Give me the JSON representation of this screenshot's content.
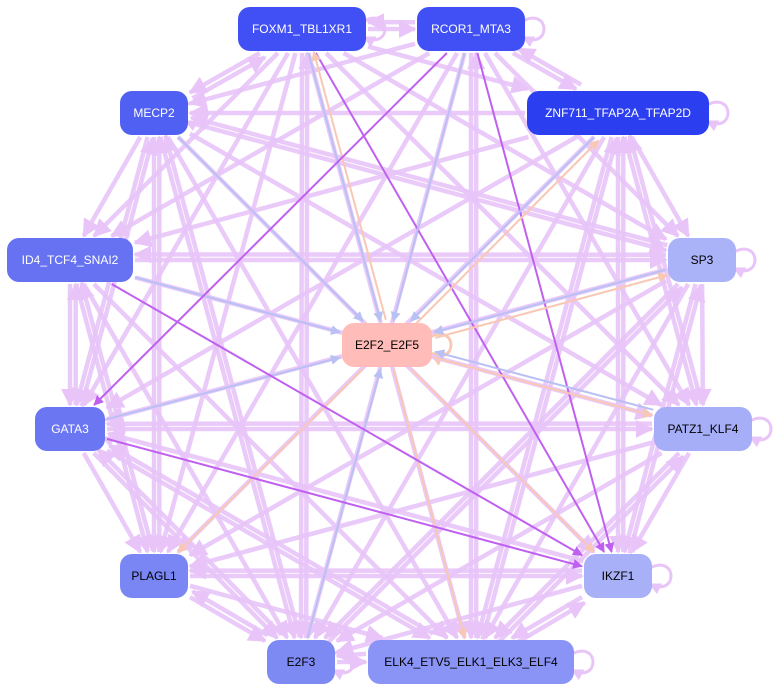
{
  "colors": {
    "background": "#ffffff",
    "edge_default": "#e8c4f8",
    "edge_purple": "#c060f0",
    "edge_blue": "#b8c0f4",
    "edge_peach": "#f8c8b4"
  },
  "nodes": [
    {
      "id": "FOXM1_TBL1XR1",
      "label": "FOXM1_TBL1XR1",
      "fill": "#4150f4",
      "text_color": "#ffffff"
    },
    {
      "id": "RCOR1_MTA3",
      "label": "RCOR1_MTA3",
      "fill": "#4050f4",
      "text_color": "#ffffff"
    },
    {
      "id": "ZNF711_TFAP2A_TFAP2D",
      "label": "ZNF711_TFAP2A_TFAP2D",
      "fill": "#2c3ff0",
      "text_color": "#ffffff"
    },
    {
      "id": "MECP2",
      "label": "MECP2",
      "fill": "#5060f2",
      "text_color": "#ffffff"
    },
    {
      "id": "ID4_TCF4_SNAI2",
      "label": "ID4_TCF4_SNAI2",
      "fill": "#6672f2",
      "text_color": "#ffffff"
    },
    {
      "id": "SP3",
      "label": "SP3",
      "fill": "#aab2f8",
      "text_color": "#000000"
    },
    {
      "id": "E2F2_E2F5",
      "label": "E2F2_E2F5",
      "fill": "#ffbcb8",
      "text_color": "#000000"
    },
    {
      "id": "GATA3",
      "label": "GATA3",
      "fill": "#6a76f2",
      "text_color": "#ffffff"
    },
    {
      "id": "PATZ1_KLF4",
      "label": "PATZ1_KLF4",
      "fill": "#a6aef8",
      "text_color": "#000000"
    },
    {
      "id": "PLAGL1",
      "label": "PLAGL1",
      "fill": "#7a86f4",
      "text_color": "#000000"
    },
    {
      "id": "IKZF1",
      "label": "IKZF1",
      "fill": "#a8b0f8",
      "text_color": "#000000"
    },
    {
      "id": "E2F3",
      "label": "E2F3",
      "fill": "#7e8af4",
      "text_color": "#000000"
    },
    {
      "id": "ELK4_ETV5_ELK1_ELK3_ELF4",
      "label": "ELK4_ETV5_ELK1_ELK3_ELF4",
      "fill": "#8a94f6",
      "text_color": "#000000"
    }
  ],
  "edges": [
    {
      "from": "FOXM1_TBL1XR1",
      "to": "IKZF1",
      "color": "purple"
    },
    {
      "from": "RCOR1_MTA3",
      "to": "IKZF1",
      "color": "purple"
    },
    {
      "from": "FOXM1_TBL1XR1",
      "to": "E2F2_E2F5",
      "color": "blue"
    },
    {
      "from": "RCOR1_MTA3",
      "to": "E2F2_E2F5",
      "color": "blue"
    },
    {
      "from": "MECP2",
      "to": "E2F2_E2F5",
      "color": "blue"
    },
    {
      "from": "ID4_TCF4_SNAI2",
      "to": "E2F2_E2F5",
      "color": "blue"
    },
    {
      "from": "GATA3",
      "to": "E2F2_E2F5",
      "color": "blue"
    },
    {
      "from": "E2F3",
      "to": "E2F2_E2F5",
      "color": "blue"
    },
    {
      "from": "SP3",
      "to": "E2F2_E2F5",
      "color": "blue"
    },
    {
      "from": "ZNF711_TFAP2A_TFAP2D",
      "to": "E2F2_E2F5",
      "color": "blue"
    },
    {
      "from": "E2F2_E2F5",
      "to": "PATZ1_KLF4",
      "color": "peach"
    },
    {
      "from": "E2F2_E2F5",
      "to": "IKZF1",
      "color": "peach"
    },
    {
      "from": "E2F2_E2F5",
      "to": "ELK4_ETV5_ELK1_ELK3_ELF4",
      "color": "peach"
    },
    {
      "from": "E2F2_E2F5",
      "to": "ZNF711_TFAP2A_TFAP2D",
      "color": "peach"
    },
    {
      "from": "E2F2_E2F5",
      "to": "PLAGL1",
      "color": "peach"
    },
    {
      "from": "E2F2_E2F5",
      "to": "FOXM1_TBL1XR1",
      "color": "peach"
    },
    {
      "from": "E2F2_E2F5",
      "to": "SP3",
      "color": "peach"
    },
    {
      "from": "ID4_TCF4_SNAI2",
      "to": "IKZF1",
      "color": "purple"
    },
    {
      "from": "GATA3",
      "to": "IKZF1",
      "color": "purple"
    },
    {
      "from": "RCOR1_MTA3",
      "to": "GATA3",
      "color": "purple"
    },
    {
      "from": "FOXM1_TBL1XR1",
      "to": "RCOR1_MTA3",
      "color": "default"
    },
    {
      "from": "FOXM1_TBL1XR1",
      "to": "ZNF711_TFAP2A_TFAP2D",
      "color": "default"
    },
    {
      "from": "FOXM1_TBL1XR1",
      "to": "MECP2",
      "color": "default"
    },
    {
      "from": "FOXM1_TBL1XR1",
      "to": "ID4_TCF4_SNAI2",
      "color": "default"
    },
    {
      "from": "FOXM1_TBL1XR1",
      "to": "SP3",
      "color": "default"
    },
    {
      "from": "FOXM1_TBL1XR1",
      "to": "GATA3",
      "color": "default"
    },
    {
      "from": "FOXM1_TBL1XR1",
      "to": "PATZ1_KLF4",
      "color": "default"
    },
    {
      "from": "FOXM1_TBL1XR1",
      "to": "PLAGL1",
      "color": "default"
    },
    {
      "from": "FOXM1_TBL1XR1",
      "to": "E2F3",
      "color": "default"
    },
    {
      "from": "FOXM1_TBL1XR1",
      "to": "ELK4_ETV5_ELK1_ELK3_ELF4",
      "color": "default"
    },
    {
      "from": "RCOR1_MTA3",
      "to": "FOXM1_TBL1XR1",
      "color": "default"
    },
    {
      "from": "RCOR1_MTA3",
      "to": "ZNF711_TFAP2A_TFAP2D",
      "color": "default"
    },
    {
      "from": "RCOR1_MTA3",
      "to": "MECP2",
      "color": "default"
    },
    {
      "from": "RCOR1_MTA3",
      "to": "ID4_TCF4_SNAI2",
      "color": "default"
    },
    {
      "from": "RCOR1_MTA3",
      "to": "SP3",
      "color": "default"
    },
    {
      "from": "RCOR1_MTA3",
      "to": "PATZ1_KLF4",
      "color": "default"
    },
    {
      "from": "RCOR1_MTA3",
      "to": "PLAGL1",
      "color": "default"
    },
    {
      "from": "RCOR1_MTA3",
      "to": "E2F3",
      "color": "default"
    },
    {
      "from": "RCOR1_MTA3",
      "to": "ELK4_ETV5_ELK1_ELK3_ELF4",
      "color": "default"
    },
    {
      "from": "ZNF711_TFAP2A_TFAP2D",
      "to": "MECP2",
      "color": "default"
    },
    {
      "from": "ZNF711_TFAP2A_TFAP2D",
      "to": "ID4_TCF4_SNAI2",
      "color": "default"
    },
    {
      "from": "ZNF711_TFAP2A_TFAP2D",
      "to": "SP3",
      "color": "default"
    },
    {
      "from": "ZNF711_TFAP2A_TFAP2D",
      "to": "GATA3",
      "color": "default"
    },
    {
      "from": "ZNF711_TFAP2A_TFAP2D",
      "to": "PATZ1_KLF4",
      "color": "default"
    },
    {
      "from": "ZNF711_TFAP2A_TFAP2D",
      "to": "IKZF1",
      "color": "default"
    },
    {
      "from": "ZNF711_TFAP2A_TFAP2D",
      "to": "PLAGL1",
      "color": "default"
    },
    {
      "from": "ZNF711_TFAP2A_TFAP2D",
      "to": "E2F3",
      "color": "default"
    },
    {
      "from": "ZNF711_TFAP2A_TFAP2D",
      "to": "ELK4_ETV5_ELK1_ELK3_ELF4",
      "color": "default"
    },
    {
      "from": "MECP2",
      "to": "ID4_TCF4_SNAI2",
      "color": "default"
    },
    {
      "from": "MECP2",
      "to": "SP3",
      "color": "default"
    },
    {
      "from": "MECP2",
      "to": "GATA3",
      "color": "default"
    },
    {
      "from": "MECP2",
      "to": "PATZ1_KLF4",
      "color": "default"
    },
    {
      "from": "MECP2",
      "to": "IKZF1",
      "color": "default"
    },
    {
      "from": "MECP2",
      "to": "PLAGL1",
      "color": "default"
    },
    {
      "from": "MECP2",
      "to": "E2F3",
      "color": "default"
    },
    {
      "from": "MECP2",
      "to": "ELK4_ETV5_ELK1_ELK3_ELF4",
      "color": "default"
    },
    {
      "from": "ID4_TCF4_SNAI2",
      "to": "SP3",
      "color": "default"
    },
    {
      "from": "ID4_TCF4_SNAI2",
      "to": "GATA3",
      "color": "default"
    },
    {
      "from": "ID4_TCF4_SNAI2",
      "to": "PATZ1_KLF4",
      "color": "default"
    },
    {
      "from": "ID4_TCF4_SNAI2",
      "to": "PLAGL1",
      "color": "default"
    },
    {
      "from": "ID4_TCF4_SNAI2",
      "to": "E2F3",
      "color": "default"
    },
    {
      "from": "ID4_TCF4_SNAI2",
      "to": "ELK4_ETV5_ELK1_ELK3_ELF4",
      "color": "default"
    },
    {
      "from": "SP3",
      "to": "GATA3",
      "color": "default"
    },
    {
      "from": "SP3",
      "to": "PATZ1_KLF4",
      "color": "default"
    },
    {
      "from": "SP3",
      "to": "IKZF1",
      "color": "default"
    },
    {
      "from": "SP3",
      "to": "PLAGL1",
      "color": "default"
    },
    {
      "from": "SP3",
      "to": "E2F3",
      "color": "default"
    },
    {
      "from": "SP3",
      "to": "ELK4_ETV5_ELK1_ELK3_ELF4",
      "color": "default"
    },
    {
      "from": "GATA3",
      "to": "PATZ1_KLF4",
      "color": "default"
    },
    {
      "from": "GATA3",
      "to": "PLAGL1",
      "color": "default"
    },
    {
      "from": "GATA3",
      "to": "E2F3",
      "color": "default"
    },
    {
      "from": "GATA3",
      "to": "ELK4_ETV5_ELK1_ELK3_ELF4",
      "color": "default"
    },
    {
      "from": "PATZ1_KLF4",
      "to": "IKZF1",
      "color": "default"
    },
    {
      "from": "PATZ1_KLF4",
      "to": "PLAGL1",
      "color": "default"
    },
    {
      "from": "PATZ1_KLF4",
      "to": "E2F3",
      "color": "default"
    },
    {
      "from": "PATZ1_KLF4",
      "to": "ELK4_ETV5_ELK1_ELK3_ELF4",
      "color": "default"
    },
    {
      "from": "PATZ1_KLF4",
      "to": "E2F2_E2F5",
      "color": "blue"
    },
    {
      "from": "PLAGL1",
      "to": "IKZF1",
      "color": "default"
    },
    {
      "from": "PLAGL1",
      "to": "E2F3",
      "color": "default"
    },
    {
      "from": "PLAGL1",
      "to": "ELK4_ETV5_ELK1_ELK3_ELF4",
      "color": "default"
    },
    {
      "from": "IKZF1",
      "to": "E2F3",
      "color": "default"
    },
    {
      "from": "IKZF1",
      "to": "ELK4_ETV5_ELK1_ELK3_ELF4",
      "color": "default"
    },
    {
      "from": "E2F3",
      "to": "ELK4_ETV5_ELK1_ELK3_ELF4",
      "color": "default"
    },
    {
      "from": "ELK4_ETV5_ELK1_ELK3_ELF4",
      "to": "E2F3",
      "color": "default"
    },
    {
      "from": "ELK4_ETV5_ELK1_ELK3_ELF4",
      "to": "IKZF1",
      "color": "default"
    },
    {
      "from": "ELK4_ETV5_ELK1_ELK3_ELF4",
      "to": "GATA3",
      "color": "default"
    },
    {
      "from": "E2F3",
      "to": "GATA3",
      "color": "default"
    },
    {
      "from": "IKZF1",
      "to": "GATA3",
      "color": "default"
    },
    {
      "from": "PATZ1_KLF4",
      "to": "GATA3",
      "color": "default"
    },
    {
      "from": "SP3",
      "to": "ID4_TCF4_SNAI2",
      "color": "default"
    },
    {
      "from": "SP3",
      "to": "MECP2",
      "color": "default"
    },
    {
      "from": "E2F3",
      "to": "MECP2",
      "color": "default"
    },
    {
      "from": "GATA3",
      "to": "MECP2",
      "color": "default"
    },
    {
      "from": "PLAGL1",
      "to": "MECP2",
      "color": "default"
    },
    {
      "from": "ELK4_ETV5_ELK1_ELK3_ELF4",
      "to": "ZNF711_TFAP2A_TFAP2D",
      "color": "default"
    },
    {
      "from": "IKZF1",
      "to": "ZNF711_TFAP2A_TFAP2D",
      "color": "default"
    },
    {
      "from": "PATZ1_KLF4",
      "to": "ZNF711_TFAP2A_TFAP2D",
      "color": "default"
    },
    {
      "from": "E2F3",
      "to": "FOXM1_TBL1XR1",
      "color": "default"
    },
    {
      "from": "ELK4_ETV5_ELK1_ELK3_ELF4",
      "to": "RCOR1_MTA3",
      "color": "default"
    },
    {
      "from": "E2F3",
      "to": "PLAGL1",
      "color": "default"
    },
    {
      "from": "IKZF1",
      "to": "PLAGL1",
      "color": "default"
    },
    {
      "from": "ELK4_ETV5_ELK1_ELK3_ELF4",
      "to": "PATZ1_KLF4",
      "color": "default"
    },
    {
      "from": "E2F3",
      "to": "SP3",
      "color": "default"
    },
    {
      "from": "IKZF1",
      "to": "SP3",
      "color": "default"
    },
    {
      "from": "MECP2",
      "to": "FOXM1_TBL1XR1",
      "color": "default"
    },
    {
      "from": "ZNF711_TFAP2A_TFAP2D",
      "to": "RCOR1_MTA3",
      "color": "default"
    },
    {
      "from": "GATA3",
      "to": "ID4_TCF4_SNAI2",
      "color": "default"
    },
    {
      "from": "PLAGL1",
      "to": "ID4_TCF4_SNAI2",
      "color": "default"
    }
  ],
  "self_loops": [
    "RCOR1_MTA3",
    "ZNF711_TFAP2A_TFAP2D",
    "SP3",
    "E2F2_E2F5",
    "PATZ1_KLF4",
    "IKZF1",
    "ELK4_ETV5_ELK1_ELK3_ELF4",
    "FOXM1_TBL1XR1",
    "MECP2",
    "GATA3",
    "E2F3"
  ]
}
